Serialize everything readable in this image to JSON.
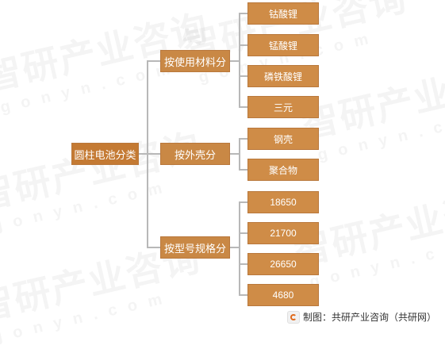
{
  "diagram": {
    "root": "圆柱电池分类",
    "categories": [
      {
        "label": "按使用材料分",
        "items": [
          "钴酸锂",
          "锰酸锂",
          "磷铁酸锂",
          "三元"
        ]
      },
      {
        "label": "按外壳分",
        "items": [
          "钢壳",
          "聚合物"
        ]
      },
      {
        "label": "按型号规格分",
        "items": [
          "18650",
          "21700",
          "26650",
          "4680"
        ]
      }
    ]
  },
  "watermark": {
    "text": "智研产业咨询",
    "domain": "gonyn.com"
  },
  "footer": {
    "credit": "制图：共研产业咨询（共研网）",
    "logo_icon": "gonyn-logo-icon"
  },
  "colors": {
    "box_fill": "#cf8c47",
    "root_fill": "#c47a33",
    "connector": "#b8b8b8",
    "text": "#ffffff"
  }
}
